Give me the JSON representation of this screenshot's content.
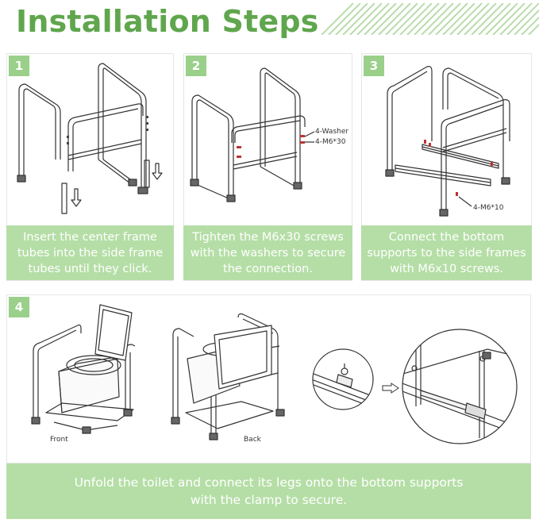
{
  "title": "Installation Steps",
  "steps": [
    {
      "number": "1",
      "caption_lines": [
        "Insert the center frame",
        "tubes into the side frame",
        "tubes until they click."
      ]
    },
    {
      "number": "2",
      "caption_lines": [
        "Tighten the M6x30 screws",
        "with the washers to secure",
        "the connection."
      ],
      "labels": [
        "4-Washer",
        "4-M6*30"
      ]
    },
    {
      "number": "3",
      "caption_lines": [
        "Connect the bottom",
        "supports to the side frames",
        "with M6x10 screws."
      ],
      "labels": [
        "4-M6*10"
      ]
    },
    {
      "number": "4",
      "labels": [
        "Front",
        "Back"
      ]
    }
  ],
  "bottom_caption_lines": [
    "Unfold the toilet and connect its legs onto the bottom supports",
    "with the clamp to secure."
  ],
  "colors": {
    "title": "#5fa64d",
    "badge": "#9ad08a",
    "caption_bg": "#b5dea6",
    "caption_text": "#ffffff"
  }
}
